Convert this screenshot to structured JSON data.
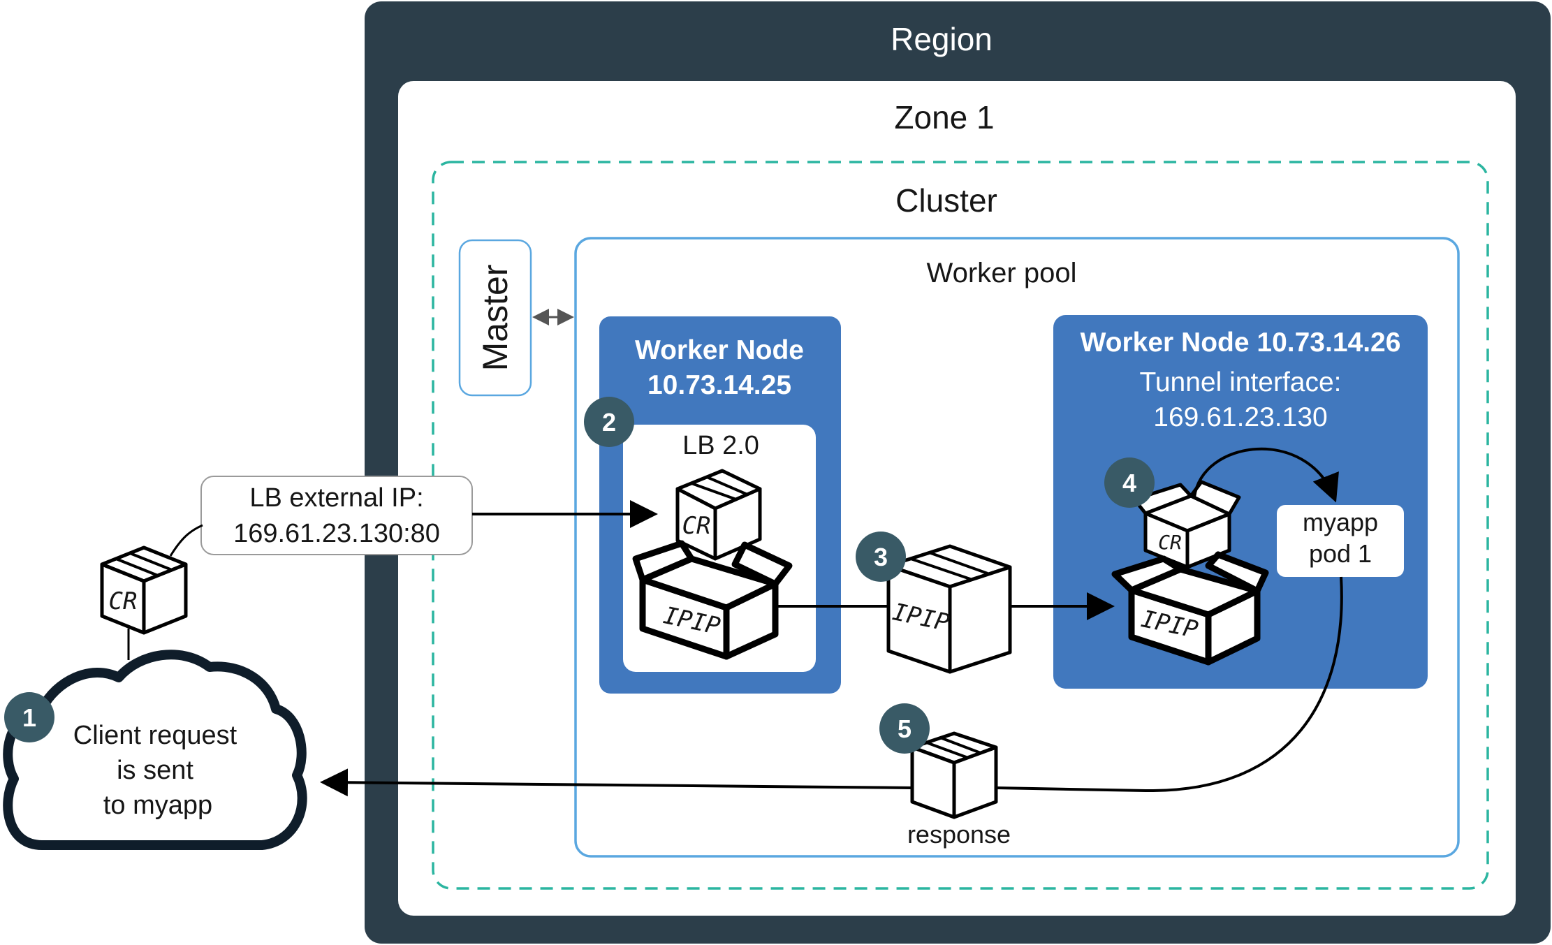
{
  "region": {
    "label": "Region"
  },
  "zone": {
    "label": "Zone 1"
  },
  "cluster": {
    "label": "Cluster"
  },
  "master": {
    "label": "Master"
  },
  "worker_pool": {
    "label": "Worker pool"
  },
  "worker_node_1": {
    "title_line1": "Worker Node",
    "title_line2": "10.73.14.25"
  },
  "lb": {
    "label": "LB 2.0"
  },
  "worker_node_2": {
    "title": "Worker Node 10.73.14.26",
    "tunnel_line1": "Tunnel interface:",
    "tunnel_line2": "169.61.23.130"
  },
  "pod": {
    "line1": "myapp",
    "line2": "pod 1"
  },
  "lb_external_ip": {
    "line1": "LB external IP:",
    "line2": "169.61.23.130:80"
  },
  "client": {
    "line1": "Client request",
    "line2": "is sent",
    "line3": "to myapp"
  },
  "response": {
    "label": "response"
  },
  "packets": {
    "cr": "CR",
    "ipip": "IPIP"
  },
  "steps": [
    "1",
    "2",
    "3",
    "4",
    "5"
  ],
  "colors": {
    "region_bg": "#2c3e4a",
    "zone_bg": "#ffffff",
    "cluster_border": "#2bb5a0",
    "pool_border": "#5aa7e0",
    "node_bg": "#4178be",
    "step_badge": "#395a66",
    "cloud_stroke": "#0f1d2a"
  }
}
